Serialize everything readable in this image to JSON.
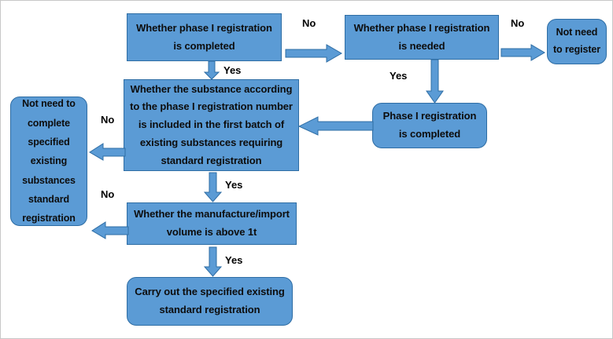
{
  "diagram": {
    "title": "Phase I registration decision flowchart",
    "colors": {
      "node_fill": "#5B9BD5",
      "node_border": "#2E6DA4",
      "arrow_fill": "#5B9BD5",
      "arrow_border": "#2E6DA4",
      "text": "#0d0d0d",
      "background": "#ffffff"
    },
    "nodes": [
      {
        "id": "phase1-completed-q",
        "text": "Whether phase I registration is completed"
      },
      {
        "id": "phase1-needed-q",
        "text": "Whether phase I registration is needed"
      },
      {
        "id": "not-need-register",
        "text": "Not need to register"
      },
      {
        "id": "phase1-registration-completed",
        "text": "Phase I registration is completed"
      },
      {
        "id": "first-batch-q",
        "text": "Whether the substance according to the phase I registration number is included in the first batch of existing substances requiring standard registration"
      },
      {
        "id": "not-need-complete",
        "text": "Not need to complete specified existing substances standard registration"
      },
      {
        "id": "volume-q",
        "text": "Whether the manufacture/import volume is above 1t"
      },
      {
        "id": "carry-out",
        "text": "Carry out the specified existing standard registration"
      }
    ],
    "edge_labels": {
      "no_top": "No",
      "no_register": "No",
      "yes_phase1_completed": "Yes",
      "yes_phase1_needed": "Yes",
      "no_first_batch": "No",
      "no_volume": "No",
      "yes_first_batch": "Yes",
      "yes_volume": "Yes"
    }
  }
}
